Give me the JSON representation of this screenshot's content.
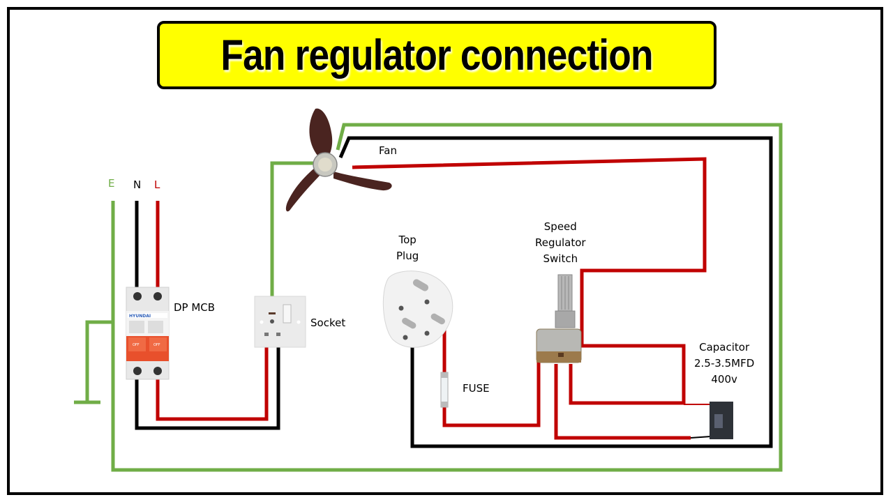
{
  "title": "Fan regulator connection",
  "colors": {
    "live": "#c00000",
    "neutral": "#000000",
    "earth": "#70ad47",
    "title_bg": "#ffff00"
  },
  "supply_labels": {
    "earth": "E",
    "neutral": "N",
    "live": "L"
  },
  "components": {
    "mcb": {
      "label": "DP MCB",
      "brand": "HYUNDAI",
      "handle_text": "OFF"
    },
    "socket": {
      "label": "Socket"
    },
    "fan": {
      "label": "Fan"
    },
    "top_plug": {
      "label_lines": [
        "Top",
        "Plug"
      ]
    },
    "fuse": {
      "label": "FUSE"
    },
    "regulator": {
      "label_lines": [
        "Speed",
        "Regulator",
        "Switch"
      ]
    },
    "capacitor": {
      "label_lines": [
        "Capacitor",
        "2.5-3.5MFD",
        "400v"
      ]
    }
  }
}
